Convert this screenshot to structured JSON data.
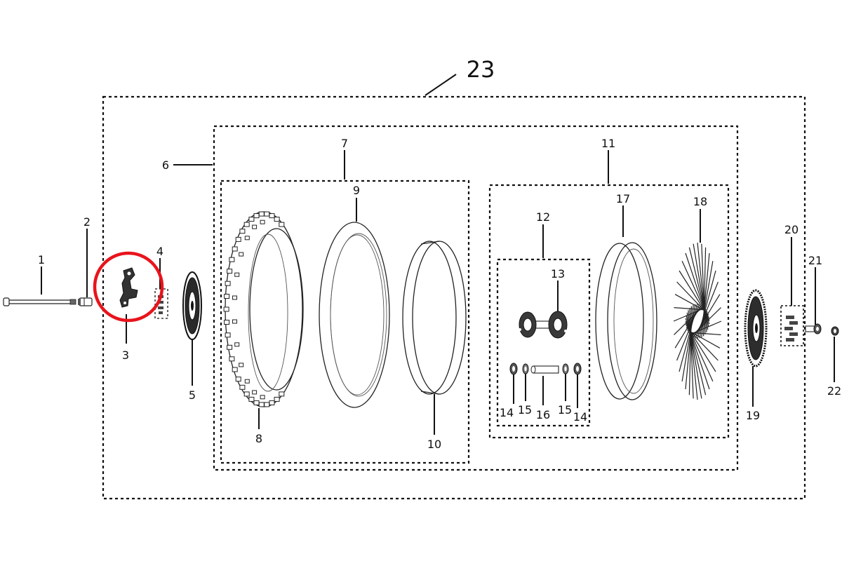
{
  "diagram": {
    "labels": {
      "l1": "1",
      "l2": "2",
      "l3": "3",
      "l4": "4",
      "l5": "5",
      "l6": "6",
      "l7": "7",
      "l8": "8",
      "l9": "9",
      "l10": "10",
      "l11": "11",
      "l12": "12",
      "l13": "13",
      "l14a": "14",
      "l15a": "15",
      "l16": "16",
      "l15b": "15",
      "l14b": "14",
      "l17": "17",
      "l18": "18",
      "l19": "19",
      "l20": "20",
      "l21": "21",
      "l22": "22",
      "l23": "23"
    },
    "highlight_color": "#e8141c",
    "line_color": "#111111"
  }
}
